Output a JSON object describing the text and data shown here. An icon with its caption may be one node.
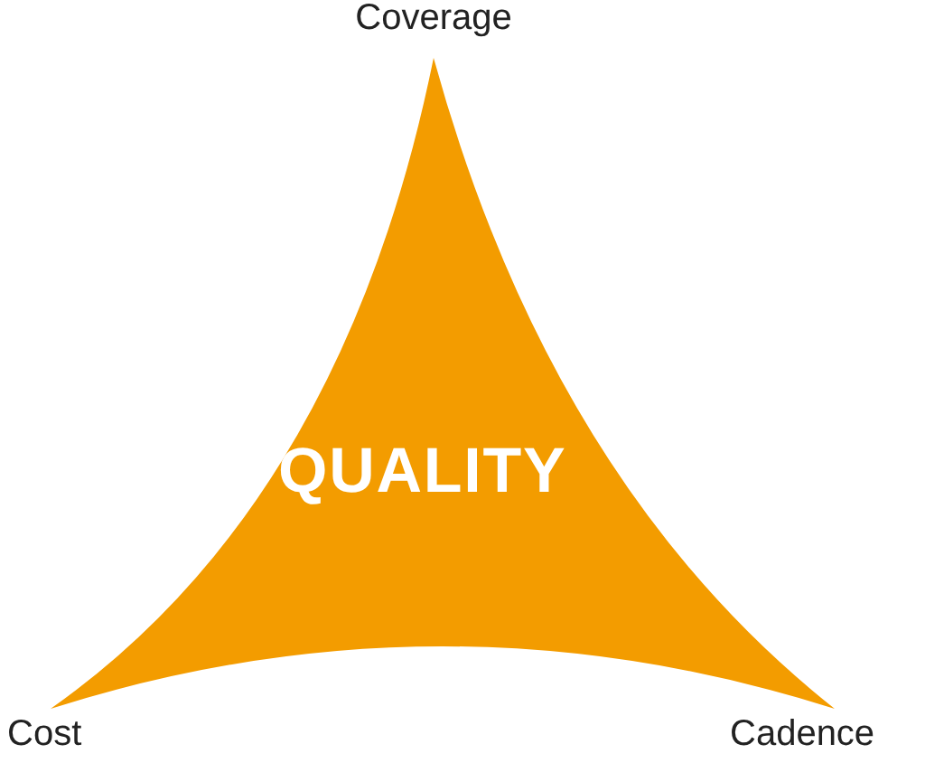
{
  "diagram": {
    "nodes": [
      {
        "text": [
          "QUALITY"
        ]
      }
    ],
    "labels": [
      "Coverage",
      "Cost",
      "Cadence"
    ]
  }
}
